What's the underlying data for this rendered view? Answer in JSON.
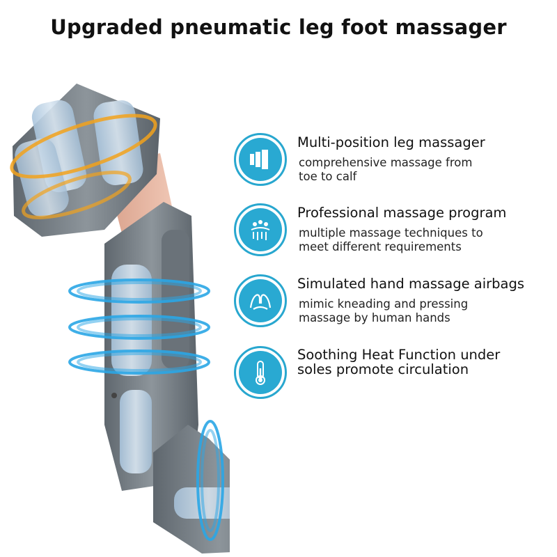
{
  "title": "Upgraded pneumatic leg foot massager",
  "colors": {
    "accent": "#29a9d2",
    "orange": "#f2a21c",
    "fabric": "#7a8289"
  },
  "features": [
    {
      "icon": "airbag-layers-icon",
      "heading": "Multi-position leg massager",
      "desc_line1": "comprehensive massage from",
      "desc_line2": "toe to calf"
    },
    {
      "icon": "massage-program-icon",
      "heading": "Professional massage program",
      "desc_line1": "multiple massage techniques to",
      "desc_line2": "meet different requirements"
    },
    {
      "icon": "hand-massage-icon",
      "heading": "Simulated hand massage airbags",
      "desc_line1": "mimic kneading and pressing",
      "desc_line2": "massage by human hands"
    },
    {
      "icon": "thermometer-icon",
      "heading_line1": "Soothing Heat Function under",
      "heading_line2": "soles promote circulation"
    }
  ]
}
